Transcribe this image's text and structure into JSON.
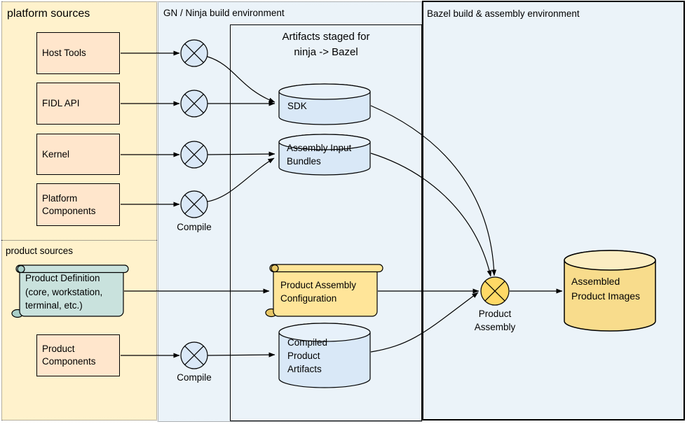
{
  "regions": {
    "platform_sources_label": "platform sources",
    "product_sources_label": "product sources",
    "gn_env_label": "GN / Ninja build environment",
    "bazel_env_label": "Bazel build & assembly environment",
    "staging_title_line1": "Artifacts staged for",
    "staging_title_line2": "ninja -> Bazel"
  },
  "sources": {
    "host_tools": "Host Tools",
    "fidl_api": "FIDL API",
    "kernel": "Kernel",
    "platform_components": "Platform Components",
    "product_definition": "Product Definition (core, workstation, terminal, etc.)",
    "product_components": "Product Components"
  },
  "artifacts": {
    "sdk": "SDK",
    "assembly_input_bundles": "Assembly Input Bundles",
    "product_assembly_configuration": "Product Assembly Configuration",
    "compiled_product_artifacts": "Compiled Product Artifacts",
    "assembled_product_images": "Assembled Product Images"
  },
  "process": {
    "compile_platform": "Compile",
    "compile_product": "Compile",
    "product_assembly": "Product Assembly"
  },
  "colors": {
    "platform_panel_bg": "#FFF2CC",
    "env_panel_bg": "#EBF3F9",
    "source_box_bg": "#FFE6CC",
    "blue_cylinder_bg": "#D9E8F7",
    "blue_cylinder_top": "#E7F1FA",
    "compile_node_bg": "#DAE8F7",
    "assembly_node_bg": "#FFD966",
    "yellow_scroll_bg": "#FFE599",
    "yellow_scroll_curl": "#E8C766",
    "teal_scroll_bg": "#C9E2DD",
    "teal_scroll_curl": "#A9CFC8",
    "gold_cylinder_bg": "#F8DC8C",
    "gold_cylinder_top": "#FBEDC2"
  }
}
